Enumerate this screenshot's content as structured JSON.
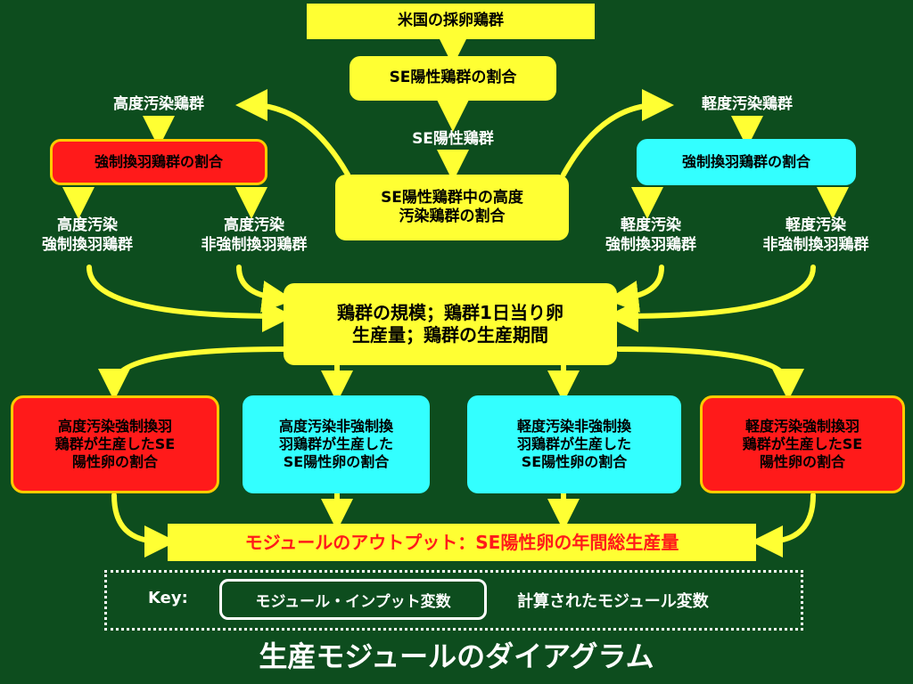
{
  "diagram": {
    "title": "生産モジュールのダイアグラム",
    "nodes": {
      "us_flocks": "米国の採卵鶏群",
      "se_positive_ratio": "SE陽性鶏群の割合",
      "se_positive_flocks": "SE陽性鶏群",
      "high_contam_flocks": "高度汚染鶏群",
      "low_contam_flocks": "軽度汚染鶏群",
      "high_contam_ratio": "SE陽性鶏群中の高度\n汚染鶏群の割合",
      "molt_ratio_left": "強制換羽鶏群の割合",
      "molt_ratio_right": "強制換羽鶏群の割合",
      "high_molted": "高度汚染\n強制換羽鶏群",
      "high_nonmolted": "高度汚染\n非強制換羽鶏群",
      "low_molted": "軽度汚染\n強制換羽鶏群",
      "low_nonmolted": "軽度汚染\n非強制換羽鶏群",
      "flock_params": "鶏群の規模；鶏群1日当り卵\n生産量；鶏群の生産期間",
      "out_high_molted": "高度汚染強制換羽\n鶏群が生産したSE\n陽性卵の割合",
      "out_high_nonmolted": "高度汚染非強制換\n羽鶏群が生産した\nSE陽性卵の割合",
      "out_low_nonmolted": "軽度汚染非強制換\n羽鶏群が生産した\nSE陽性卵の割合",
      "out_low_molted": "軽度汚染強制換羽\n鶏群が生産したSE\n陽性卵の割合",
      "module_output": "モジュールのアウトプット：SE陽性卵の年間総生産量"
    },
    "key": {
      "label": "Key:",
      "input_variable": "モジュール・インプット変数",
      "calculated_variable": "計算されたモジュール変数"
    },
    "colors": {
      "background": "#0d4d1e",
      "input": "#ffff33",
      "cyan": "#33ffff",
      "red": "#ff1a1a",
      "arrow": "#ffff33"
    }
  }
}
